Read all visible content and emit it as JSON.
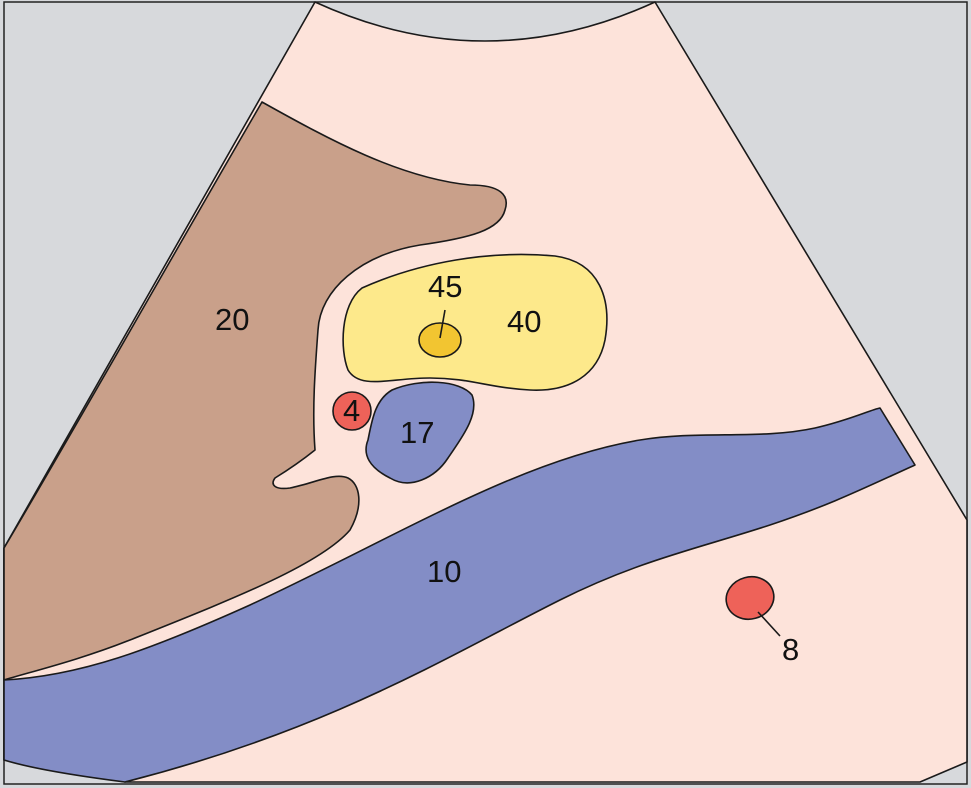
{
  "colors": {
    "background": "#d7d9dc",
    "field": "#fde3da",
    "brown_region": "#c9a08a",
    "yellow_region": "#fde98b",
    "yellow_small": "#f2c531",
    "blue_region": "#838dc6",
    "red_region": "#ee6259"
  },
  "labels": {
    "label_20": "20",
    "label_40": "40",
    "label_45": "45",
    "label_4": "4",
    "label_17": "17",
    "label_10": "10",
    "label_8": "8"
  }
}
